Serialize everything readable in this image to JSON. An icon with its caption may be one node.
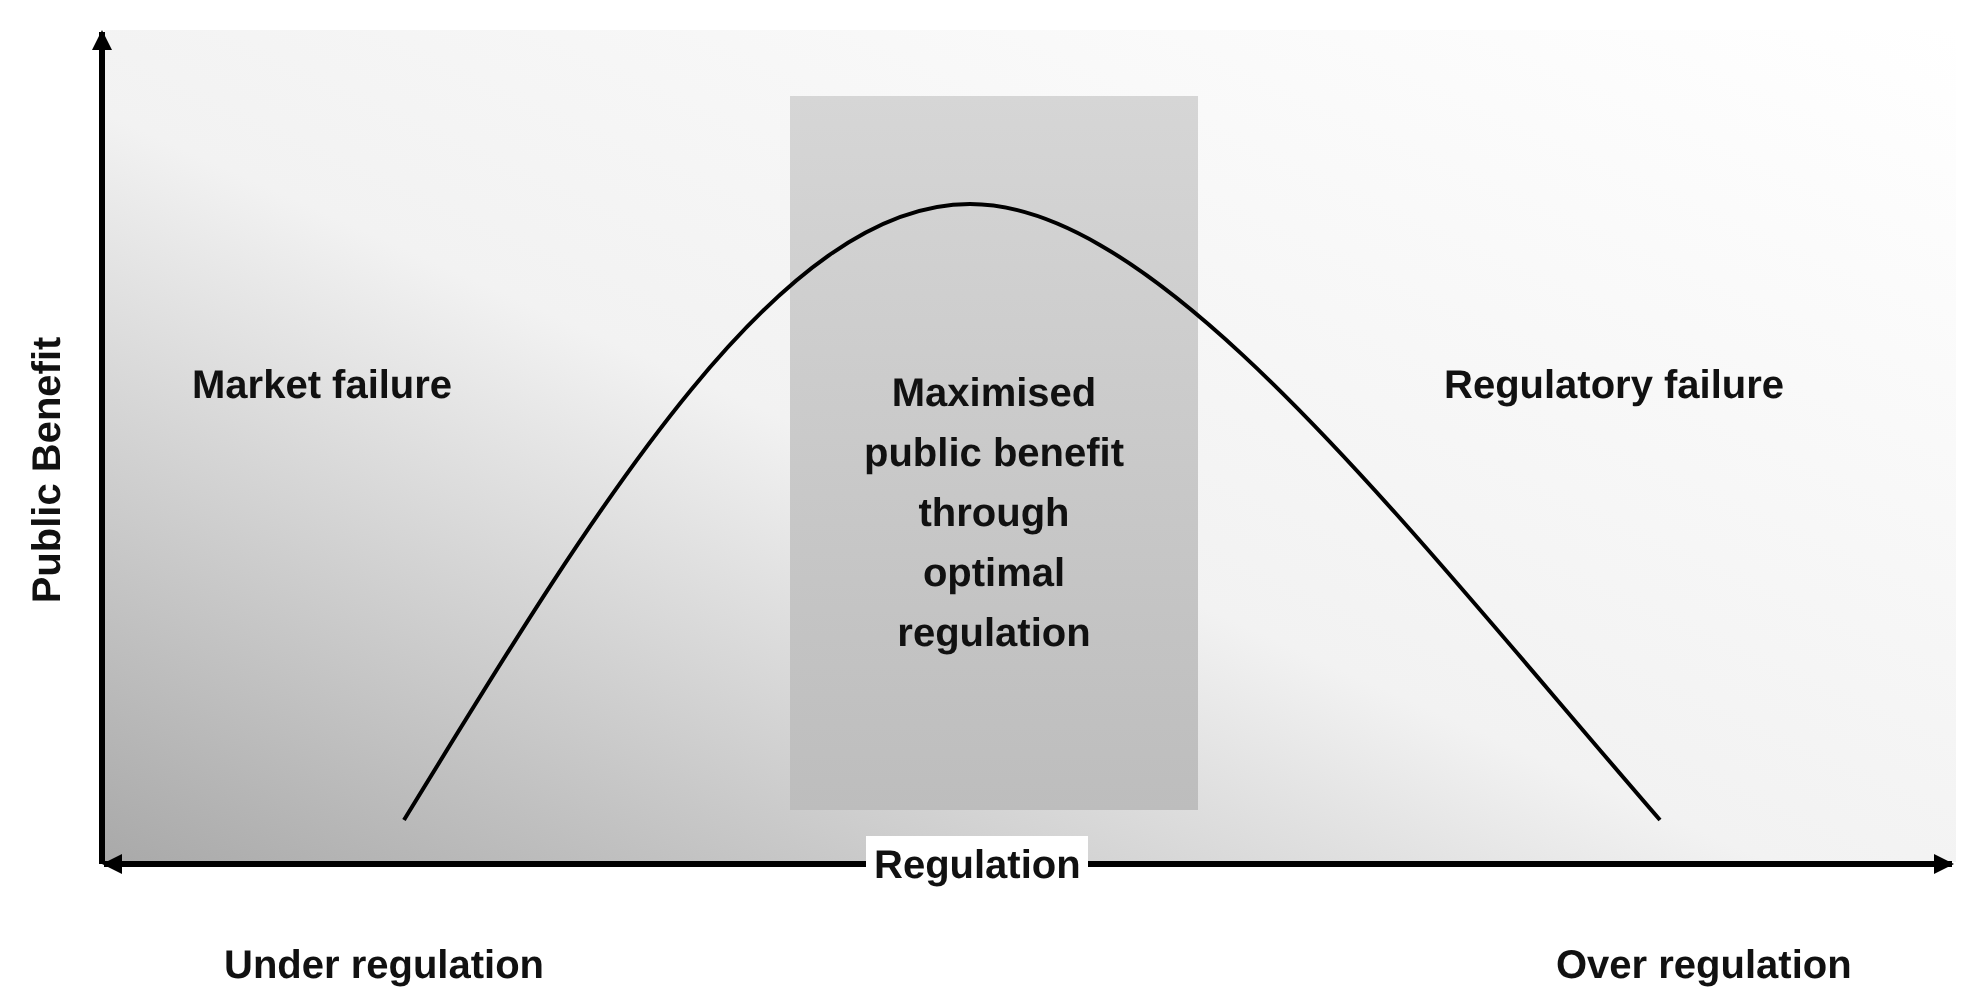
{
  "diagram": {
    "nodes": [
      {
        "text": [
          "Maximised public benefit through optimal regulation"
        ]
      }
    ],
    "labels": [
      "Public Benefit",
      "Market failure",
      "Regulatory failure",
      "Regulation",
      "Under regulation",
      "Over regulation"
    ]
  }
}
